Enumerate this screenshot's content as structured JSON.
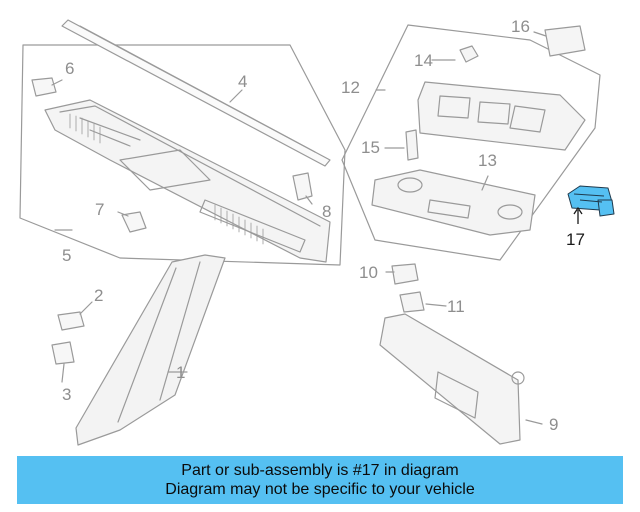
{
  "callouts": {
    "c1": "1",
    "c2": "2",
    "c3": "3",
    "c4": "4",
    "c5": "5",
    "c6": "6",
    "c7": "7",
    "c8": "8",
    "c9": "9",
    "c10": "10",
    "c11": "11",
    "c12": "12",
    "c13": "13",
    "c14": "14",
    "c15": "15",
    "c16": "16",
    "c17": "17"
  },
  "highlight": {
    "part": "17",
    "color": "#55c0f2"
  },
  "banner": {
    "line1": "Part or sub-assembly is #17 in diagram",
    "line2": "Diagram may not be specific to your vehicle"
  }
}
